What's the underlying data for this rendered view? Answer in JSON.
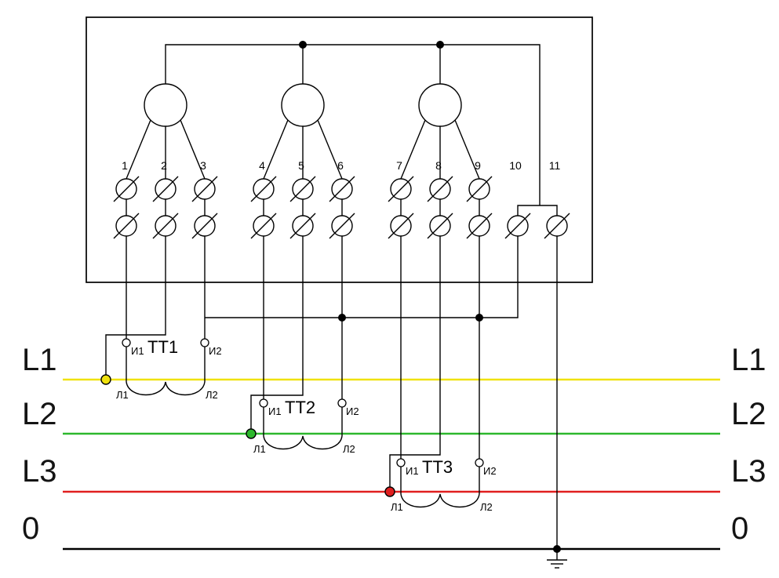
{
  "meter": {
    "terminal_labels": [
      "1",
      "2",
      "3",
      "4",
      "5",
      "6",
      "7",
      "8",
      "9",
      "10",
      "11"
    ]
  },
  "transformers": [
    {
      "name": "ТТ1",
      "sec_in": "И1",
      "sec_out": "И2",
      "pri_in": "Л1",
      "pri_out": "Л2"
    },
    {
      "name": "ТТ2",
      "sec_in": "И1",
      "sec_out": "И2",
      "pri_in": "Л1",
      "pri_out": "Л2"
    },
    {
      "name": "ТТ3",
      "sec_in": "И1",
      "sec_out": "И2",
      "pri_in": "Л1",
      "pri_out": "Л2"
    }
  ],
  "phase_labels": [
    "L1",
    "L2",
    "L3",
    "0"
  ],
  "colors": {
    "phase_l1": "#f0e20e",
    "phase_l2": "#2db82d",
    "phase_l3": "#e01f1f",
    "neutral": "#000000"
  }
}
